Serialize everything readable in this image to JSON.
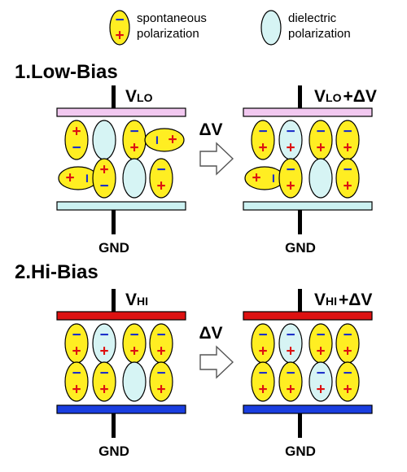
{
  "legend": {
    "spontaneous": [
      "spontaneous",
      "polarization"
    ],
    "dielectric": [
      "dielectric",
      "polarization"
    ]
  },
  "sections": [
    {
      "title": "1.Low-Bias",
      "left_voltage": {
        "main": "V",
        "sub": "LO"
      },
      "right_voltage": {
        "main": "V",
        "sub": "LO",
        "suffix": "+ΔV"
      },
      "top_plate_color": "#f2c8f0",
      "bottom_plate_color": "#ccf2f2",
      "left_cells": [
        [
          {
            "k": "s",
            "o": "down"
          },
          {
            "k": "d",
            "o": "none"
          },
          {
            "k": "s",
            "o": "up"
          },
          {
            "k": "s",
            "o": "right"
          }
        ],
        [
          {
            "k": "s",
            "o": "left"
          },
          {
            "k": "s",
            "o": "down"
          },
          {
            "k": "d",
            "o": "none"
          },
          {
            "k": "s",
            "o": "up"
          }
        ]
      ],
      "right_cells": [
        [
          {
            "k": "s",
            "o": "up"
          },
          {
            "k": "d",
            "o": "up"
          },
          {
            "k": "s",
            "o": "up"
          },
          {
            "k": "s",
            "o": "up"
          }
        ],
        [
          {
            "k": "s",
            "o": "left"
          },
          {
            "k": "s",
            "o": "up"
          },
          {
            "k": "d",
            "o": "none"
          },
          {
            "k": "s",
            "o": "up"
          }
        ]
      ]
    },
    {
      "title": "2.Hi-Bias",
      "left_voltage": {
        "main": "V",
        "sub": "HI"
      },
      "right_voltage": {
        "main": "V",
        "sub": "HI",
        "suffix": "+ΔV"
      },
      "top_plate_color": "#dd1111",
      "bottom_plate_color": "#1a3ee0",
      "left_cells": [
        [
          {
            "k": "s",
            "o": "up"
          },
          {
            "k": "d",
            "o": "up"
          },
          {
            "k": "s",
            "o": "up"
          },
          {
            "k": "s",
            "o": "up"
          }
        ],
        [
          {
            "k": "s",
            "o": "up"
          },
          {
            "k": "s",
            "o": "up"
          },
          {
            "k": "d",
            "o": "none"
          },
          {
            "k": "s",
            "o": "up"
          }
        ]
      ],
      "right_cells": [
        [
          {
            "k": "s",
            "o": "up"
          },
          {
            "k": "d",
            "o": "up"
          },
          {
            "k": "s",
            "o": "up"
          },
          {
            "k": "s",
            "o": "up"
          }
        ],
        [
          {
            "k": "s",
            "o": "up"
          },
          {
            "k": "s",
            "o": "up"
          },
          {
            "k": "d",
            "o": "up"
          },
          {
            "k": "s",
            "o": "up"
          }
        ]
      ]
    }
  ],
  "delta_v": "ΔV",
  "gnd": "GND",
  "signs": {
    "minus": "−",
    "plus": "+"
  },
  "colors": {
    "spontaneous_fill": "#ffee22",
    "dielectric_fill": "#d6f4f4",
    "minus": "#1a2ec8",
    "plus": "#dd1111"
  }
}
